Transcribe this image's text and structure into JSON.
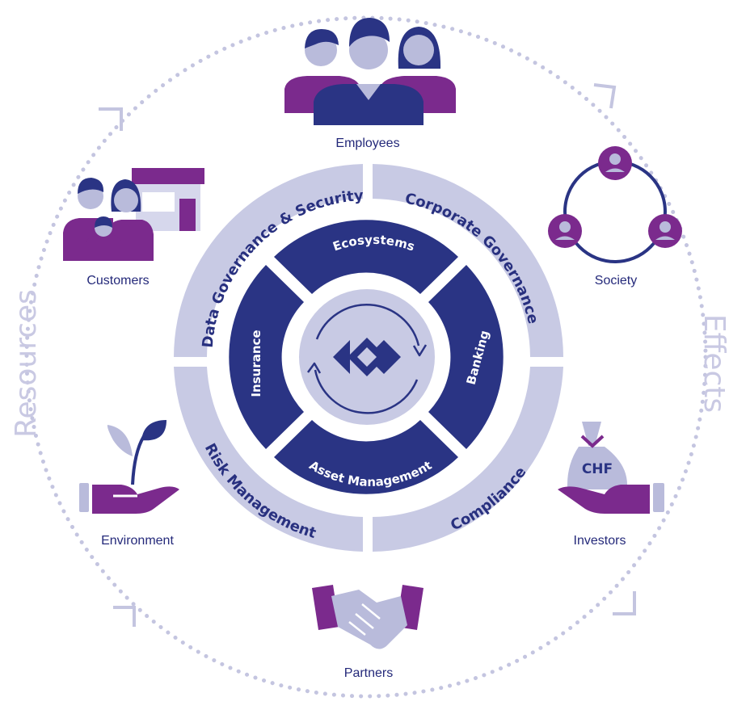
{
  "colors": {
    "navy": "#2a3484",
    "purple": "#7b2a8d",
    "lavender": "#b9bbdb",
    "light_lavender": "#c8cae4",
    "pale": "#d6d7ec",
    "dots": "#c4c5e0"
  },
  "side_labels": {
    "left": "Resources",
    "right": "Effects"
  },
  "outer_ring": {
    "top_left": "Data Governance & Security",
    "top_right": "Corporate Governance",
    "bottom_left": "Risk Management",
    "bottom_right": "Compliance"
  },
  "inner_ring": {
    "top": "Ecosystems",
    "right": "Banking",
    "bottom": "Asset Management",
    "left": "Insurance"
  },
  "center_logo": "company-logo-icon",
  "stakeholders": {
    "employees": {
      "label": "Employees",
      "icon": "employees-icon"
    },
    "society": {
      "label": "Society",
      "icon": "society-network-icon"
    },
    "investors": {
      "label": "Investors",
      "icon": "money-bag-hand-icon",
      "bag_text": "CHF"
    },
    "partners": {
      "label": "Partners",
      "icon": "handshake-icon"
    },
    "environment": {
      "label": "Environment",
      "icon": "plant-hand-icon"
    },
    "customers": {
      "label": "Customers",
      "icon": "family-shop-icon"
    }
  }
}
